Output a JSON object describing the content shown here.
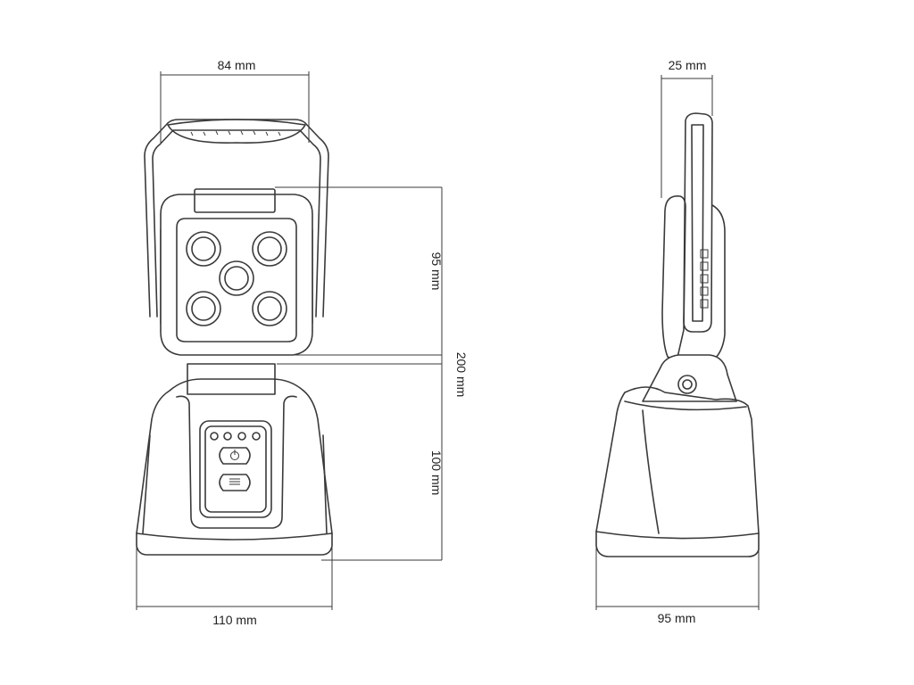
{
  "front_view": {
    "top_width": "84 mm",
    "head_height": "95 mm",
    "total_height": "200 mm",
    "base_height": "100 mm",
    "base_width": "110 mm"
  },
  "side_view": {
    "top_depth": "25 mm",
    "base_depth": "95 mm"
  },
  "colors": {
    "line": "#3a3a3a",
    "text": "#222222",
    "background": "#ffffff"
  },
  "icons": {
    "power_button": "power-icon",
    "mode_button": "menu-lines-icon"
  }
}
